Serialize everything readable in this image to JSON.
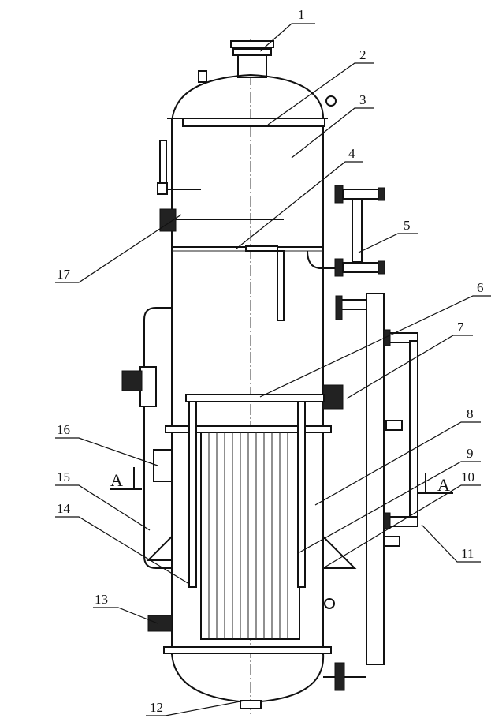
{
  "diagram": {
    "part_labels": [
      "1",
      "2",
      "3",
      "4",
      "5",
      "6",
      "7",
      "8",
      "9",
      "10",
      "11",
      "12",
      "13",
      "14",
      "15",
      "16",
      "17"
    ],
    "section_marker": "A"
  }
}
